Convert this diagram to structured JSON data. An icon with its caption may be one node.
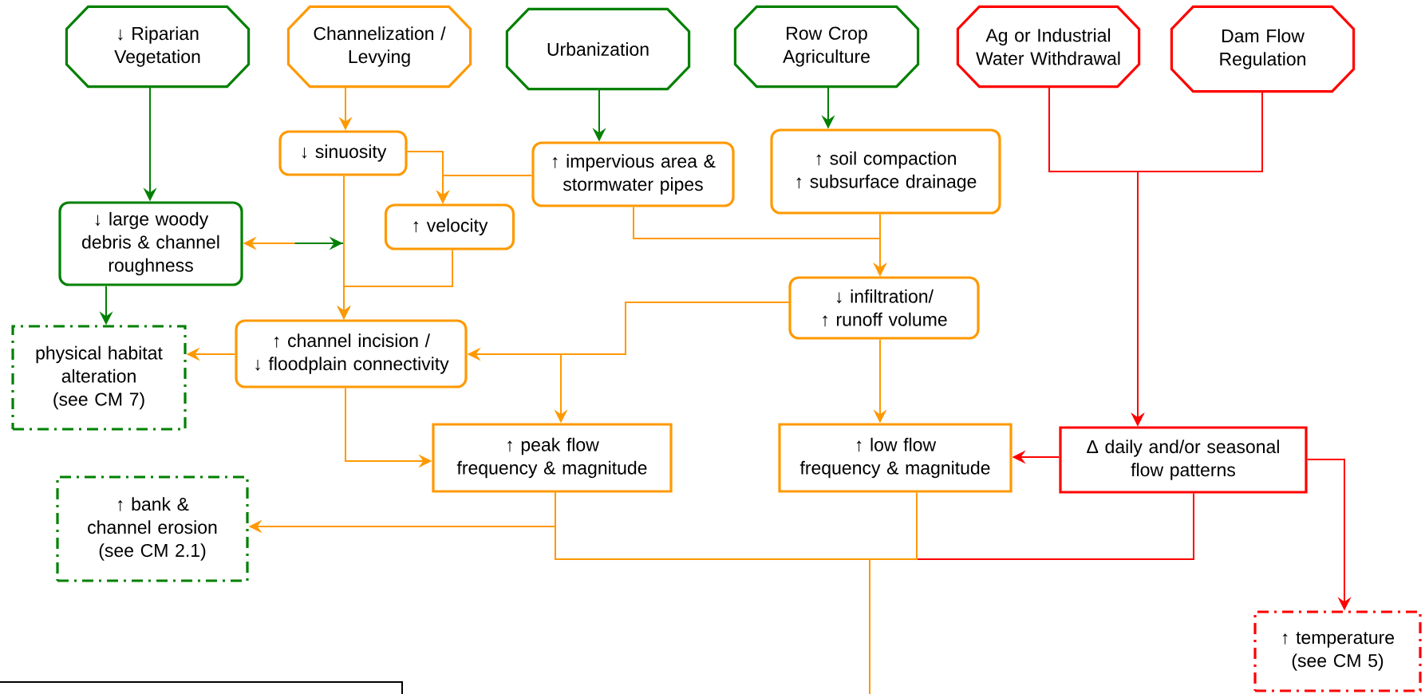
{
  "diagram": {
    "nodes": [
      {
        "text": [
          "↓ Riparian Vegetation"
        ]
      },
      {
        "text": [
          "Channelization / Levying"
        ]
      },
      {
        "text": [
          "Urbanization"
        ]
      },
      {
        "text": [
          "Row Crop Agriculture"
        ]
      },
      {
        "text": [
          "Ag or Industrial Water Withdrawal"
        ]
      },
      {
        "text": [
          "Dam Flow Regulation"
        ]
      },
      {
        "text": [
          "↓ sinuosity"
        ]
      },
      {
        "text": [
          "↑ impervious area & stormwater pipes"
        ]
      },
      {
        "text": [
          "↑ soil compaction",
          "↑ subsurface drainage"
        ]
      },
      {
        "text": [
          "↓ large woody debris & channel roughness"
        ]
      },
      {
        "text": [
          "↑ velocity"
        ]
      },
      {
        "text": [
          "↓ infiltration/",
          "↑ runoff volume"
        ]
      },
      {
        "text": [
          "physical habitat alteration (see CM 7)"
        ]
      },
      {
        "text": [
          "↑ channel incision /",
          "↓ floodplain connectivity"
        ]
      },
      {
        "text": [
          "↑ peak flow frequency & magnitude"
        ]
      },
      {
        "text": [
          "↑ low flow frequency & magnitude"
        ]
      },
      {
        "text": [
          "Δ daily and/or seasonal flow patterns"
        ]
      },
      {
        "text": [
          "↑ bank & channel erosion (see CM 2.1)"
        ]
      },
      {
        "text": [
          "↑ temperature (see CM 5)"
        ]
      }
    ],
    "edges": [
      {
        "from": 0,
        "to": 9,
        "arrow": "to",
        "color": "#008000"
      },
      {
        "from": 1,
        "to": 6,
        "arrow": "to"
      },
      {
        "from": 2,
        "to": 7,
        "arrow": "to",
        "color": "#008000"
      },
      {
        "from": 3,
        "to": 8,
        "arrow": "to",
        "color": "#008000"
      },
      {
        "from": 6,
        "to": 10,
        "arrow": "to"
      },
      {
        "from": 7,
        "to": 10,
        "arrow": "to"
      },
      {
        "from": 6,
        "to": 13,
        "arrow": "to"
      },
      {
        "from": 10,
        "to": 13,
        "arrow": "to"
      },
      {
        "from": 9,
        "to": 13,
        "arrow": "to",
        "color": "#008000"
      },
      {
        "from": 6,
        "to": 9,
        "arrow": "to"
      },
      {
        "from": 9,
        "to": 12,
        "arrow": "to",
        "color": "#008000"
      },
      {
        "from": 7,
        "to": 11,
        "arrow": "to"
      },
      {
        "from": 8,
        "to": 11,
        "arrow": "to"
      },
      {
        "from": 11,
        "to": 13,
        "arrow": "to"
      },
      {
        "from": 11,
        "to": 14,
        "arrow": "to"
      },
      {
        "from": 11,
        "to": 15,
        "arrow": "to"
      },
      {
        "from": 13,
        "to": 12,
        "arrow": "to"
      },
      {
        "from": 13,
        "to": 14,
        "arrow": "to"
      },
      {
        "from": 4,
        "to": 16,
        "arrow": "to",
        "color": "#ff0000"
      },
      {
        "from": 5,
        "to": 16,
        "arrow": "to",
        "color": "#ff0000"
      },
      {
        "from": 16,
        "to": 15,
        "arrow": "to",
        "color": "#ff0000"
      },
      {
        "from": 16,
        "to": 18,
        "arrow": "to",
        "color": "#ff0000"
      },
      {
        "from": 14,
        "to": 17,
        "arrow": "to"
      },
      {
        "from": 14,
        "to": null,
        "arrow": "none"
      },
      {
        "from": 15,
        "to": null,
        "arrow": "none"
      },
      {
        "from": 16,
        "to": null,
        "arrow": "none",
        "color": "#ff0000"
      }
    ]
  }
}
